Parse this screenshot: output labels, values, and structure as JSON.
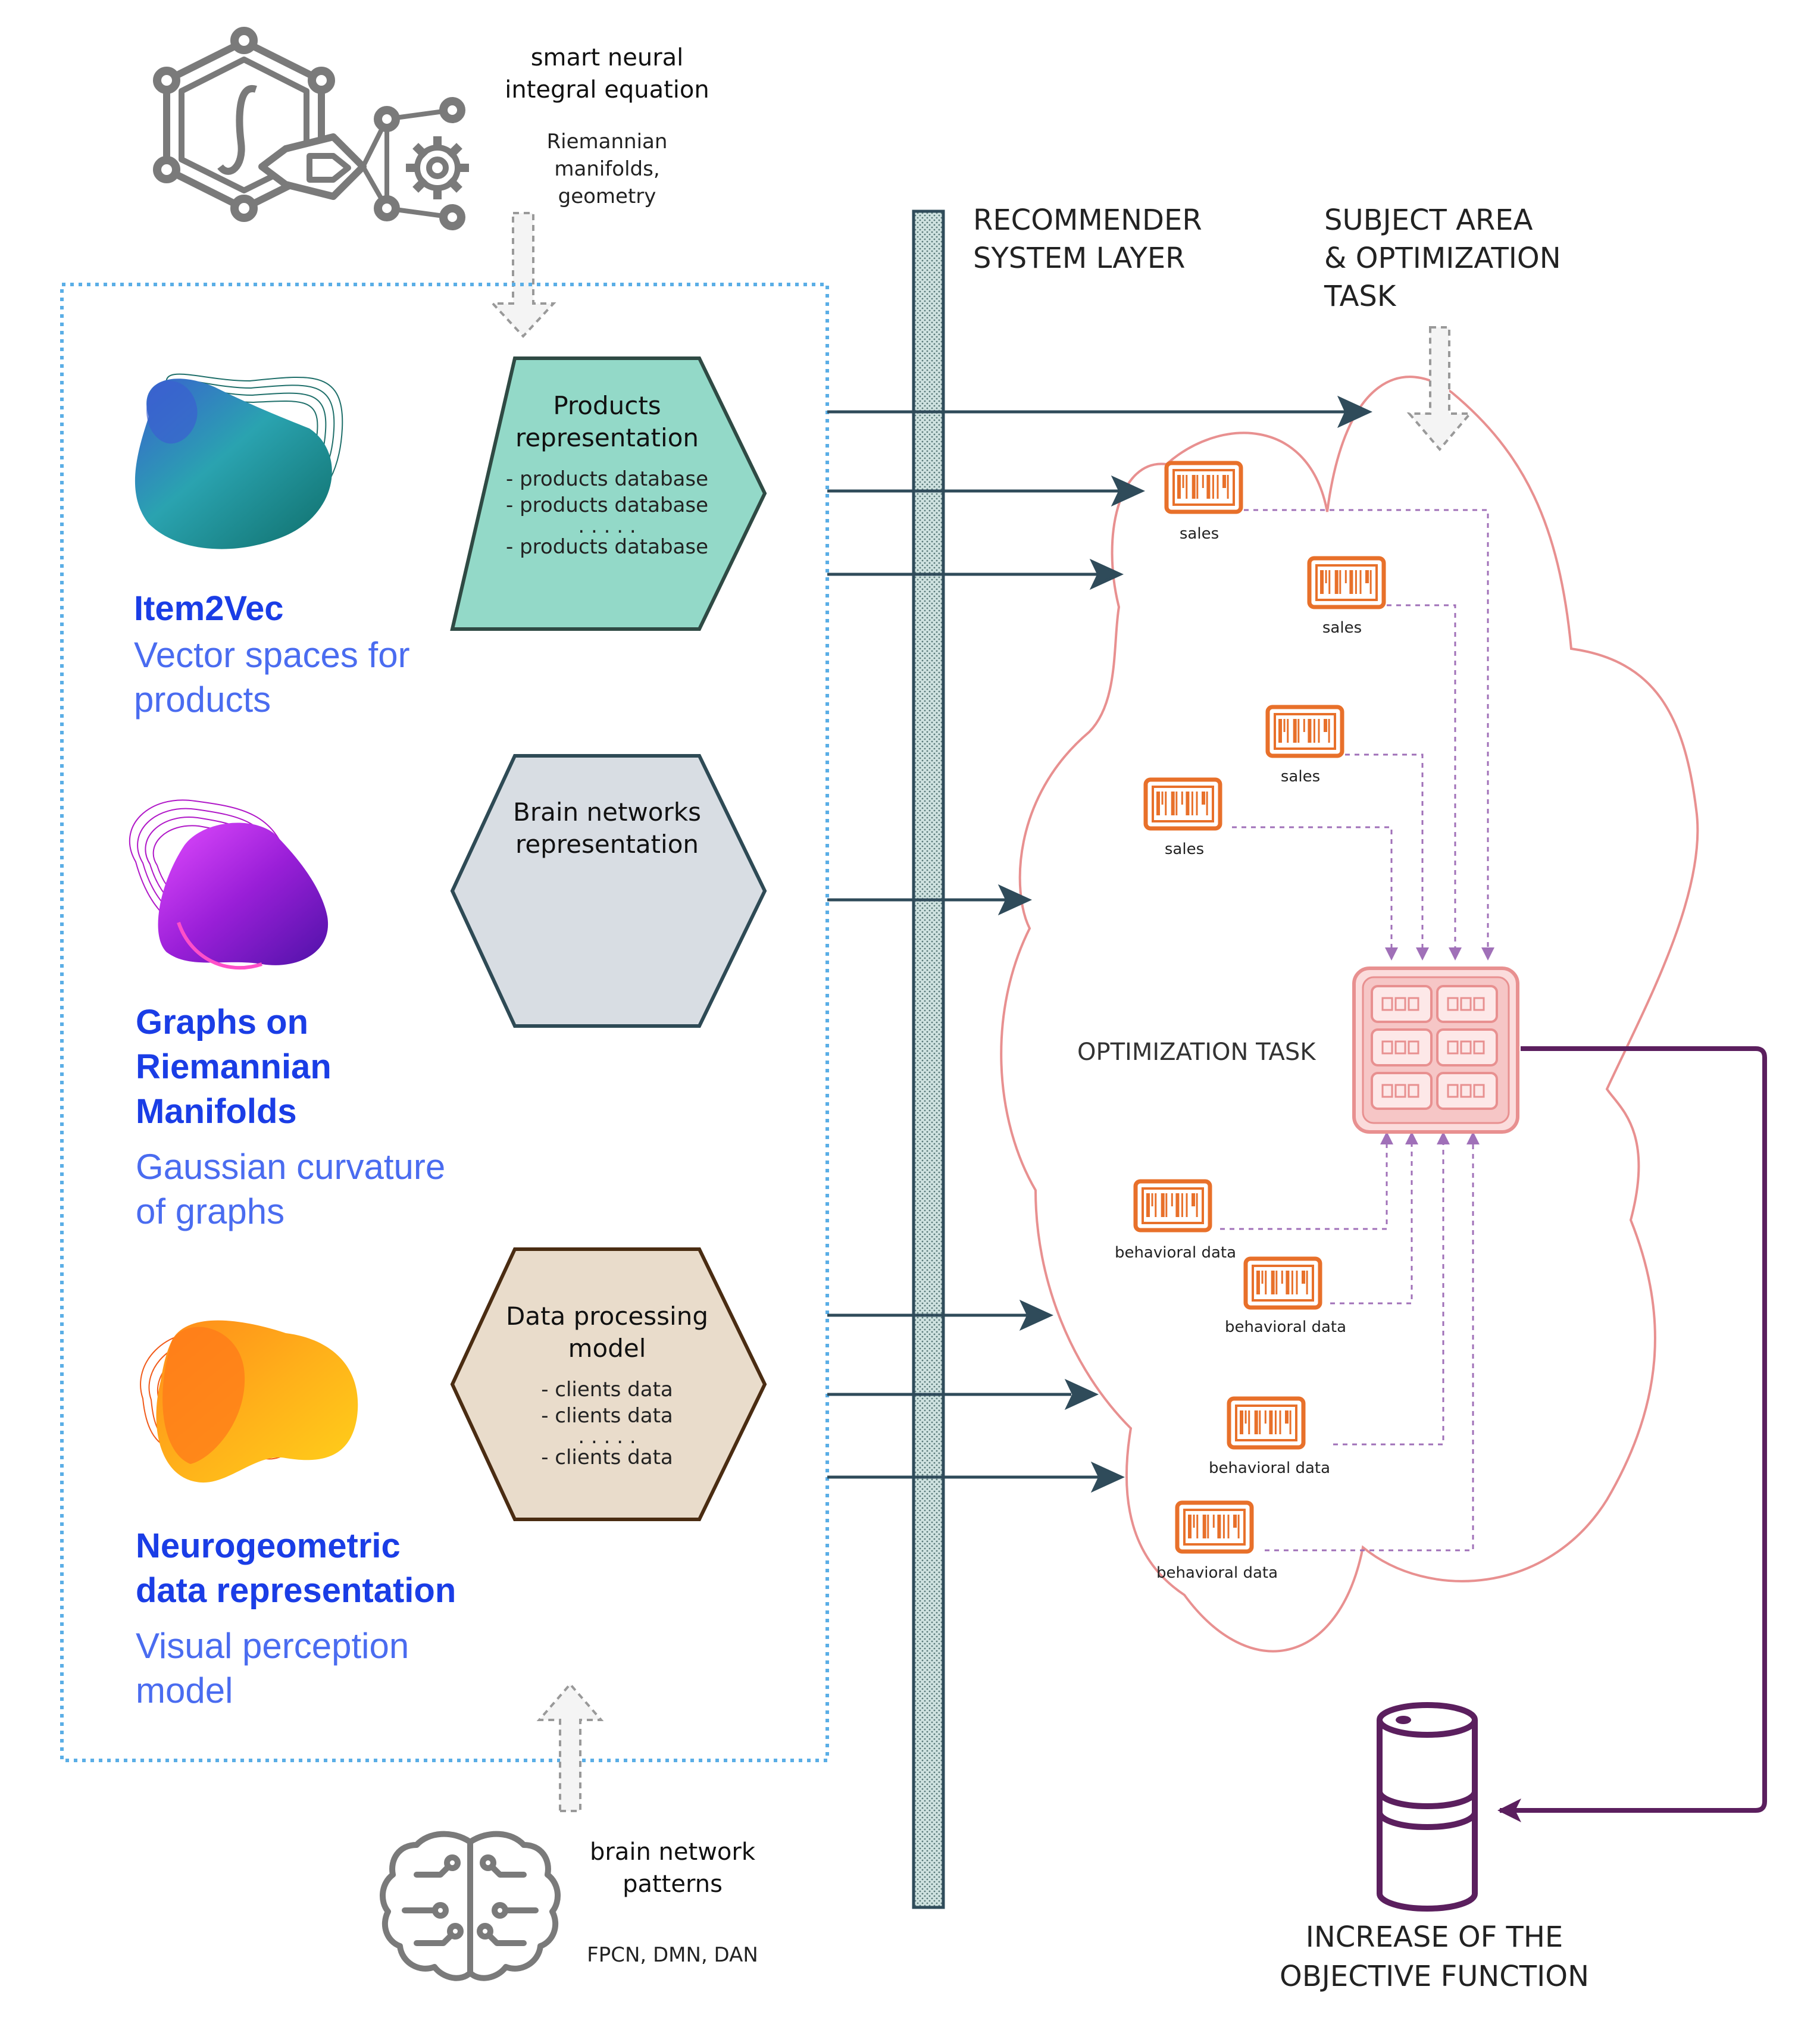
{
  "top_notes": {
    "equation_title_line1": "smart neural",
    "equation_title_line2": "integral equation",
    "riemann_line1": "Riemannian",
    "riemann_line2": "manifolds,",
    "riemann_line3": "geometry"
  },
  "left_panel": {
    "item2vec_title": "Item2Vec",
    "item2vec_sub_line1": "Vector spaces for",
    "item2vec_sub_line2": "products",
    "graphs_title_line1": "Graphs on",
    "graphs_title_line2": "Riemannian",
    "graphs_title_line3": "Manifolds",
    "graphs_sub_line1": "Gaussian curvature",
    "graphs_sub_line2": "of graphs",
    "neuro_title_line1": "Neurogeometric",
    "neuro_title_line2": "data representation",
    "neuro_sub_line1": "Visual perception",
    "neuro_sub_line2": "model"
  },
  "hexagons": {
    "products": {
      "title_line1": "Products",
      "title_line2": "representation",
      "items": [
        "- products database",
        "- products database",
        ". . . . .",
        "- products database"
      ],
      "fill": "#93d9c8",
      "stroke": "#2f4a44"
    },
    "brain": {
      "title_line1": "Brain networks",
      "title_line2": "representation",
      "fill": "#d8dde3",
      "stroke": "#2e4a55"
    },
    "data": {
      "title_line1": "Data processing",
      "title_line2": "model",
      "items": [
        "- clients data",
        "- clients data",
        ". . . . .",
        "- clients data"
      ],
      "fill": "#e9dccb",
      "stroke": "#4a2c12"
    }
  },
  "layers": {
    "recommender_line1": "RECOMMENDER",
    "recommender_line2": "SYSTEM LAYER",
    "subject_line1": "SUBJECT AREA",
    "subject_line2": "& OPTIMIZATION",
    "subject_line3": "TASK"
  },
  "cloud": {
    "optimization_label": "OPTIMIZATION TASK",
    "sales_label": "sales",
    "behavioral_label": "behavioral data"
  },
  "bottom": {
    "brain_patterns_line1": "brain network",
    "brain_patterns_line2": "patterns",
    "networks": "FPCN, DMN, DAN",
    "objective_line1": "INCREASE OF THE",
    "objective_line2": "OBJECTIVE FUNCTION"
  },
  "colors": {
    "blue_title": "#1a3de6",
    "blue_sub": "#4a6cf0",
    "arrow": "#2f4b5a",
    "orange_icon": "#e8702a",
    "cloud_stroke": "#e89090",
    "purple": "#5b1f5e",
    "dashed_purple": "#a070b8",
    "dotted_blue": "#5aaee6"
  },
  "icons": {
    "integral_icon": "hexagon-integral-network-icon",
    "gear_icon": "gear-icon",
    "brain_icon": "brain-circuit-icon",
    "sales_icon": "barcode-scanner-icon",
    "optimization_icon": "server-grid-icon",
    "database_icon": "database-cylinder-icon"
  }
}
